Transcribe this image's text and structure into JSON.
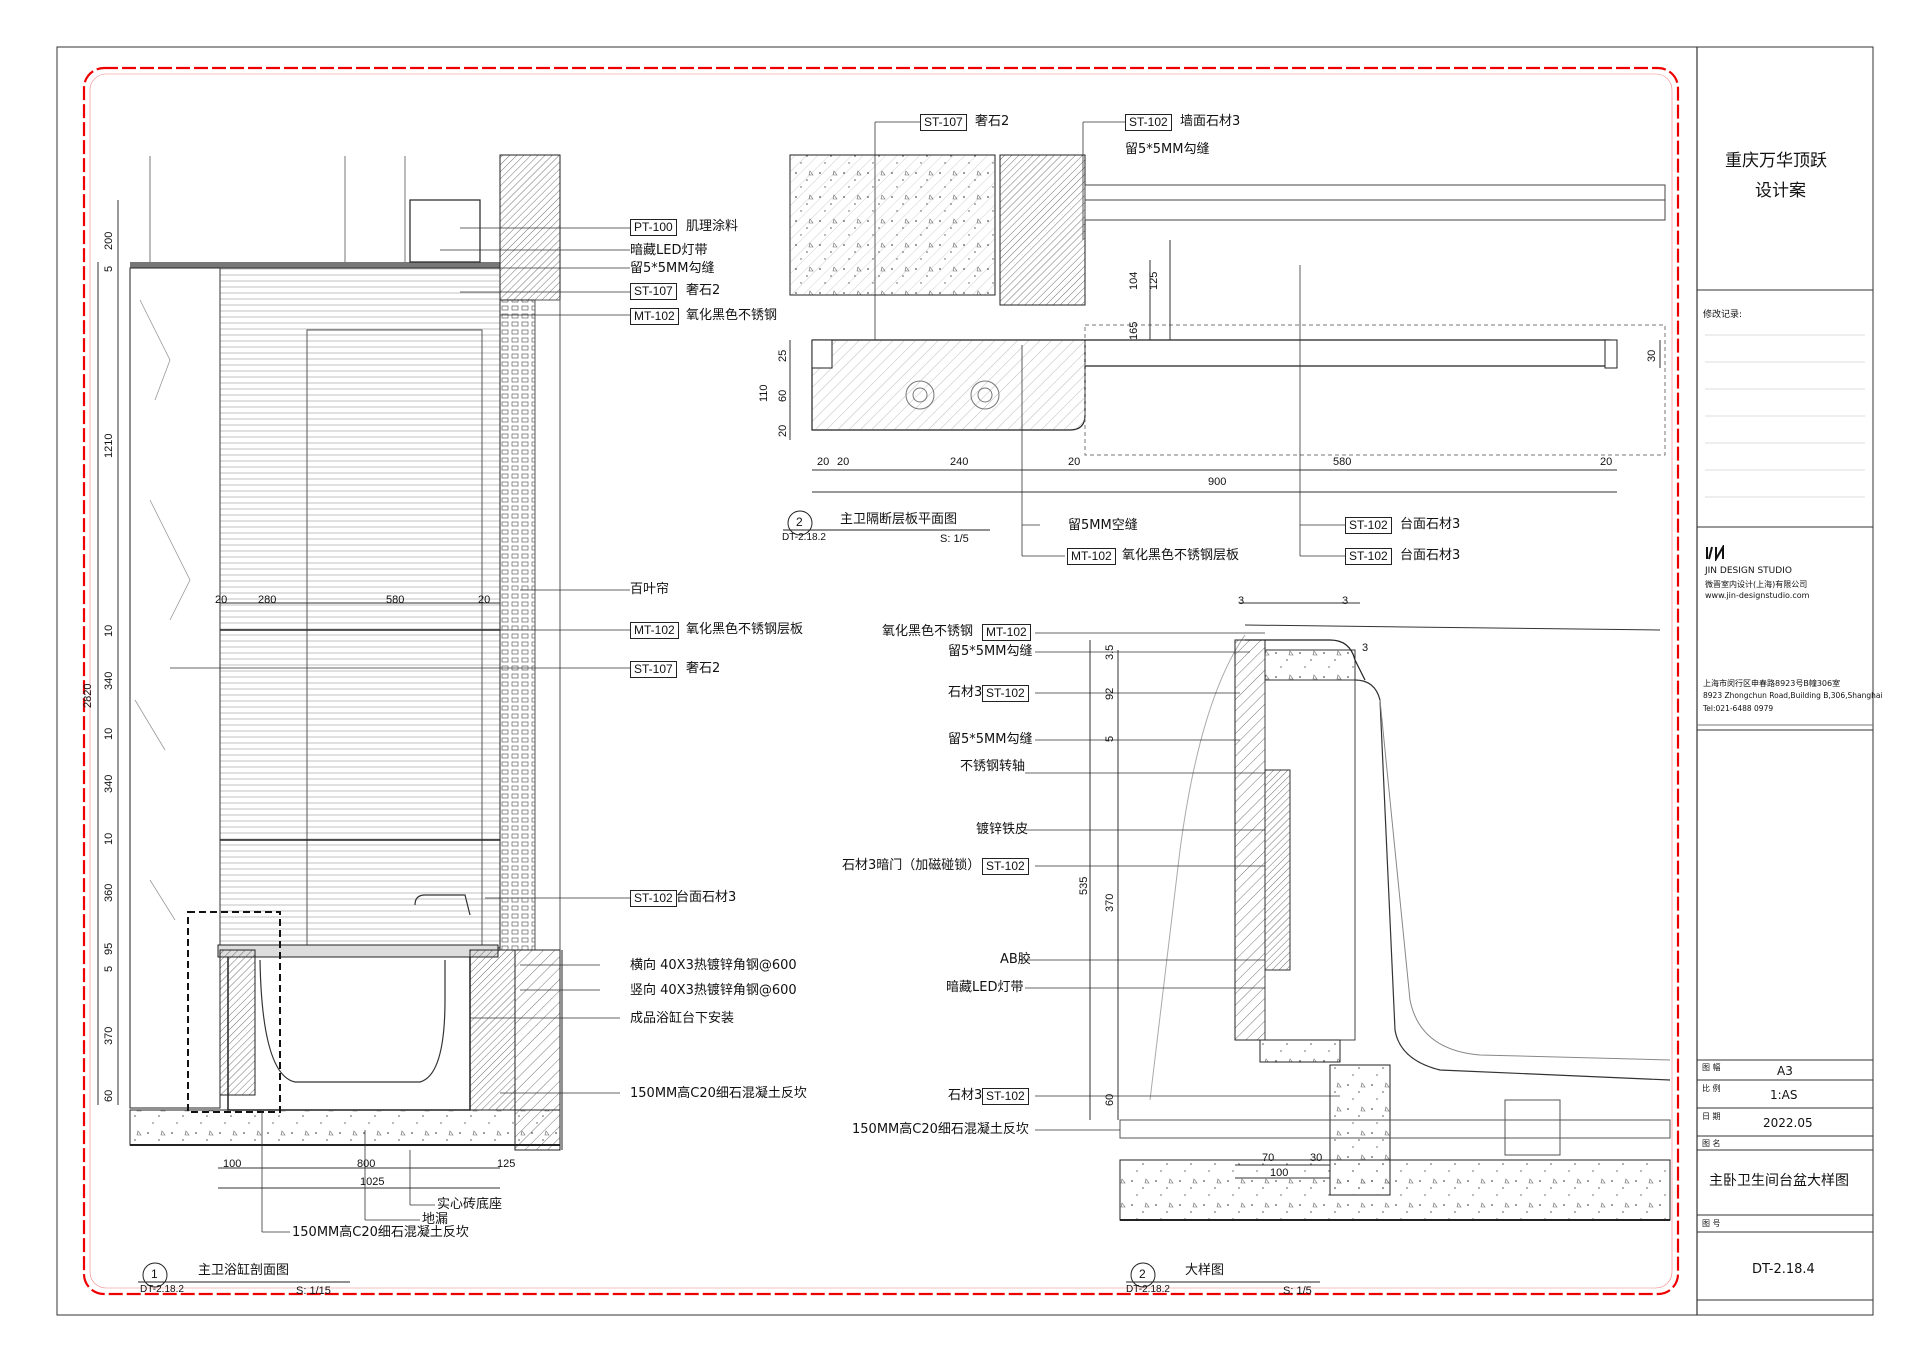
{
  "title_block": {
    "project_line1": "重庆万华顶跃",
    "project_line2": "设计案",
    "revision_label": "修改记录:",
    "studio_name": "JIN DESIGN STUDIO",
    "studio_cn": "微晋室内设计(上海)有限公司",
    "studio_web": "www.jin-designstudio.com",
    "address_cn": "上海市闵行区申春路8923号B幢306室",
    "address_en": "8923 Zhongchun Road,Building B,306,Shanghai",
    "tel": "Tel:021-6488 0979",
    "sheet_size_label": "图 幅",
    "sheet_size": "A3",
    "scale_label": "比 例",
    "scale": "1:AS",
    "date_label": "日 期",
    "date": "2022.05",
    "drawing_name_label": "图 名",
    "drawing_name": "主卧卫生间台盆大样图",
    "drawing_no_label": "图 号",
    "drawing_no": "DT-2.18.4"
  },
  "views": {
    "v1": {
      "num": "1",
      "ref": "DT-2.18.2",
      "title": "主卫浴缸剖面图",
      "scale": "S: 1/15"
    },
    "v2": {
      "num": "2",
      "ref": "DT-2.18.2",
      "title": "主卫隔断层板平面图",
      "scale": "S: 1/5"
    },
    "v3": {
      "num": "2",
      "ref": "DT-2.18.2",
      "title": "大样图",
      "scale": "S: 1/5"
    }
  },
  "section1": {
    "labels": {
      "pt100_code": "PT-100",
      "pt100_text": "肌理涂料",
      "led": "暗藏LED灯带",
      "groove": "留5*5MM勾缝",
      "st107a_code": "ST-107",
      "st107a_text": "奢石2",
      "mt102a_code": "MT-102",
      "mt102a_text": "氧化黑色不锈钢",
      "blind": "百叶帘",
      "mt102b_code": "MT-102",
      "mt102b_text": "氧化黑色不锈钢层板",
      "st107b_code": "ST-107",
      "st107b_text": "奢石2",
      "st102_code": "ST-102",
      "st102_text": "台面石材3",
      "steel_h": "横向 40X3热镀锌角钢@600",
      "steel_v": "竖向 40X3热镀锌角钢@600",
      "bathtub": "成品浴缸台下安装",
      "curb": "150MM高C20细石混凝土反坎",
      "brick": "实心砖底座",
      "drain": "地漏",
      "curb2": "150MM高C20细石混凝土反坎"
    },
    "vdims": [
      "200",
      "5",
      "1210",
      "10",
      "340",
      "10",
      "340",
      "10",
      "360",
      "95",
      "5",
      "370",
      "60",
      "2820"
    ],
    "hdims_top": [
      "20",
      "280",
      "580",
      "20"
    ],
    "hdims_bottom": [
      "100",
      "800",
      "125",
      "1025"
    ]
  },
  "plan2": {
    "labels": {
      "st107_code": "ST-107",
      "st107_text": "奢石2",
      "st102_code": "ST-102",
      "st102_text": "墙面石材3",
      "groove": "留5*5MM勾缝",
      "gap": "留5MM空缝",
      "mt102_code": "MT-102",
      "mt102_text": "氧化黑色不锈钢层板",
      "st102b_code": "ST-102",
      "st102b_text": "台面石材3",
      "st102c_code": "ST-102",
      "st102c_text": "台面石材3"
    },
    "dims": [
      "104",
      "125",
      "165",
      "25",
      "60",
      "20",
      "110",
      "30",
      "20",
      "20",
      "240",
      "20",
      "580",
      "20",
      "900"
    ]
  },
  "detail3": {
    "labels": {
      "mt102_text": "氧化黑色不锈钢",
      "mt102_code": "MT-102",
      "groove1": "留5*5MM勾缝",
      "st102a_text": "石材3",
      "st102a_code": "ST-102",
      "groove2": "留5*5MM勾缝",
      "hinge": "不锈钢转轴",
      "galv": "镀锌铁皮",
      "door_text": "石材3暗门（加磁碰锁）",
      "door_code": "ST-102",
      "ab": "AB胶",
      "led": "暗藏LED灯带",
      "st102b_text": "石材3",
      "st102b_code": "ST-102",
      "curb": "150MM高C20细石混凝土反坎"
    },
    "dims": [
      "3",
      "3",
      "3",
      "3.5",
      "92",
      "5",
      "370",
      "535",
      "60",
      "70",
      "30",
      "100"
    ]
  }
}
